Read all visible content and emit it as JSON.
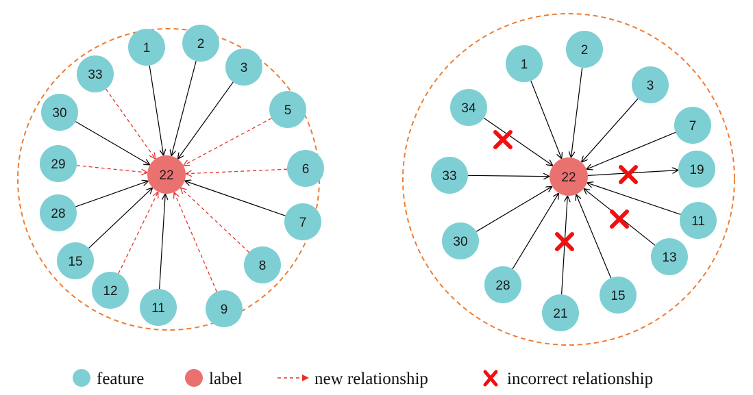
{
  "colors": {
    "feature": "#7ecfd4",
    "label": "#e9716f",
    "boundary": "#ed7d31",
    "edge": "#000000",
    "new_edge": "#e8302a",
    "cross": "#f01010"
  },
  "left_graph": {
    "center": "22",
    "nodes": [
      "1",
      "2",
      "3",
      "33",
      "5",
      "30",
      "29",
      "6",
      "28",
      "7",
      "15",
      "8",
      "12",
      "11",
      "9"
    ]
  },
  "right_graph": {
    "center": "22",
    "nodes": [
      "1",
      "2",
      "3",
      "34",
      "7",
      "33",
      "19",
      "11",
      "30",
      "13",
      "28",
      "15",
      "21"
    ]
  },
  "legend": {
    "feature": "feature",
    "label": "label",
    "new_relationship": "new relationship",
    "incorrect_relationship": "incorrect relationship"
  }
}
